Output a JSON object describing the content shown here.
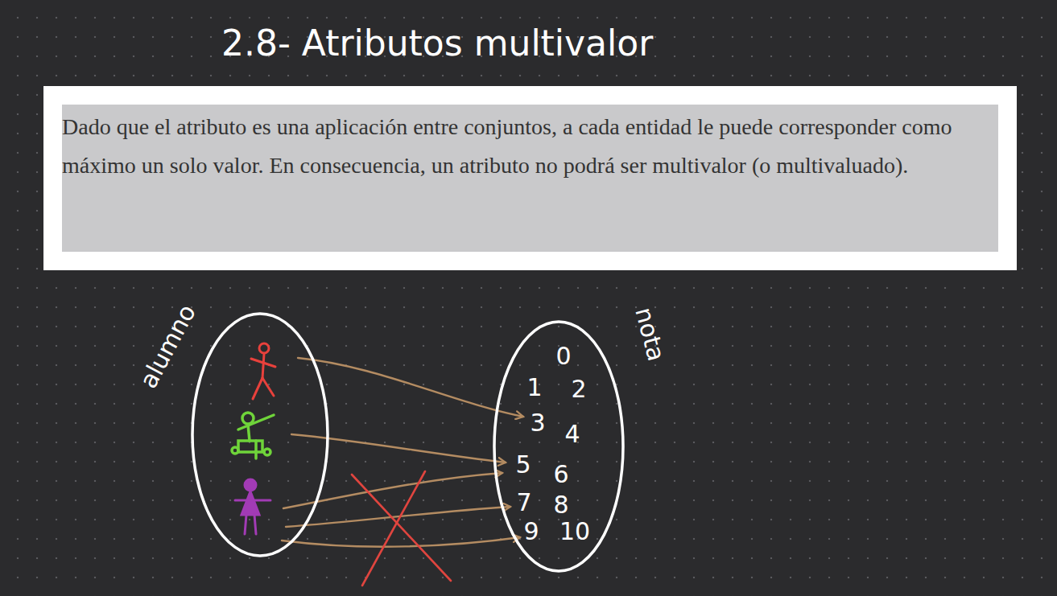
{
  "diagram": {
    "title": "2.8- Atributos multivalor",
    "nodes": [
      {
        "text": [
          "Dado que el atributo es una aplicación entre conjuntos, a cada entidad le puede corresponder como máximo un solo valor. En consecuencia, un atributo no podrá ser multivalor (o multivaluado)."
        ]
      },
      {
        "text": [
          "alumno"
        ]
      },
      {
        "text": [
          "nota",
          "0",
          "1",
          "2",
          "3",
          "4",
          "5",
          "6",
          "7",
          "8",
          "9",
          "10"
        ]
      }
    ]
  }
}
